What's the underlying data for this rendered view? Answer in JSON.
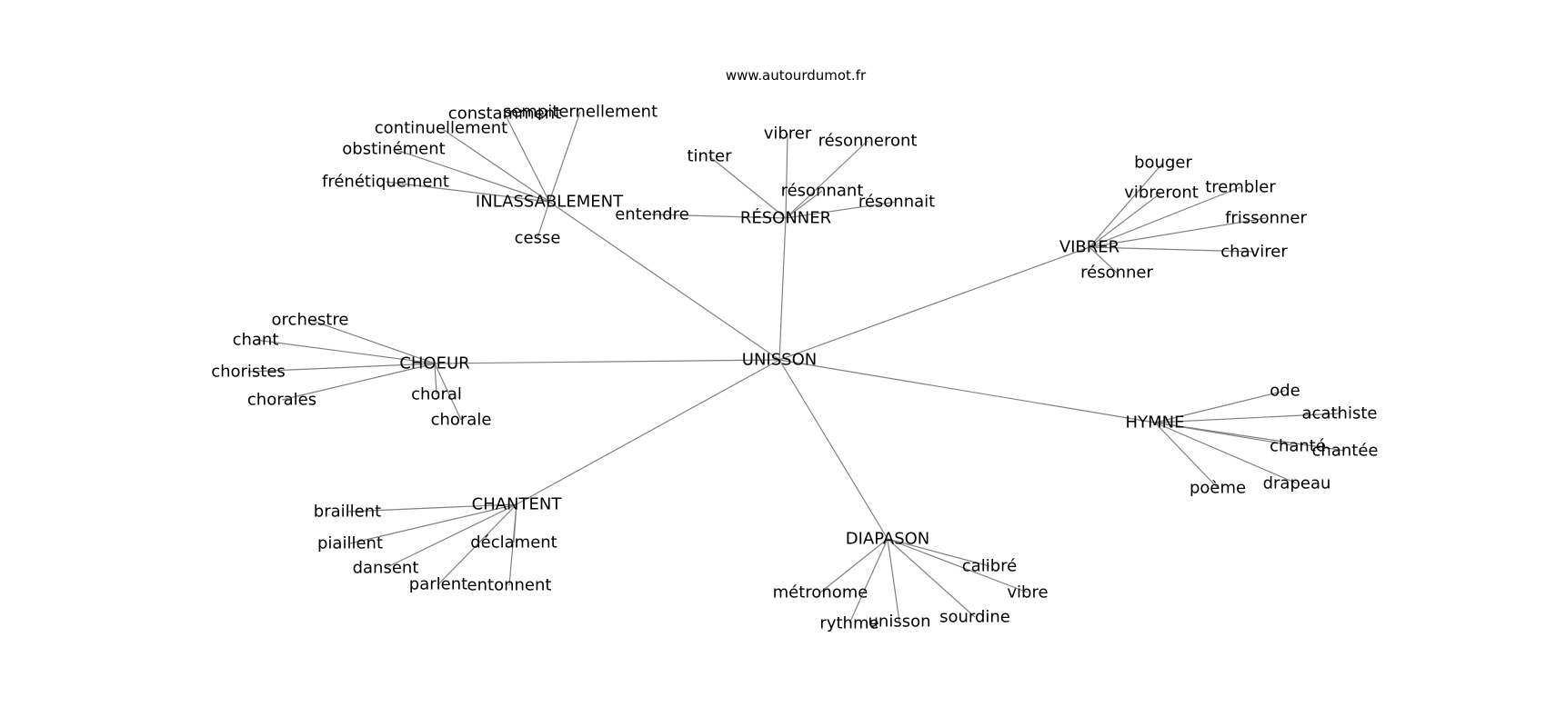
{
  "site": "www.autourdumot.fr",
  "graph": {
    "center": "UNISSON",
    "clusters": [
      {
        "hub": "INLASSABLEMENT",
        "words": [
          "constamment",
          "sempiternellement",
          "continuellement",
          "obstinément",
          "frénétiquement",
          "cesse"
        ]
      },
      {
        "hub": "RÉSONNER",
        "words": [
          "vibrer",
          "tinter",
          "résonneront",
          "résonnant",
          "résonnait",
          "entendre"
        ]
      },
      {
        "hub": "VIBRER",
        "words": [
          "bouger",
          "vibreront",
          "trembler",
          "frissonner",
          "chavirer",
          "résonner"
        ]
      },
      {
        "hub": "CHOEUR",
        "words": [
          "orchestre",
          "chant",
          "choristes",
          "chorales",
          "choral",
          "chorale"
        ]
      },
      {
        "hub": "HYMNE",
        "words": [
          "ode",
          "acathiste",
          "chanté",
          "chantée",
          "drapeau",
          "poème"
        ]
      },
      {
        "hub": "CHANTENT",
        "words": [
          "braillent",
          "piaillent",
          "déclament",
          "dansent",
          "parlent",
          "entonnent"
        ]
      },
      {
        "hub": "DIAPASON",
        "words": [
          "calibré",
          "vibre",
          "métronome",
          "rythme",
          "unisson",
          "sourdine"
        ]
      }
    ]
  }
}
